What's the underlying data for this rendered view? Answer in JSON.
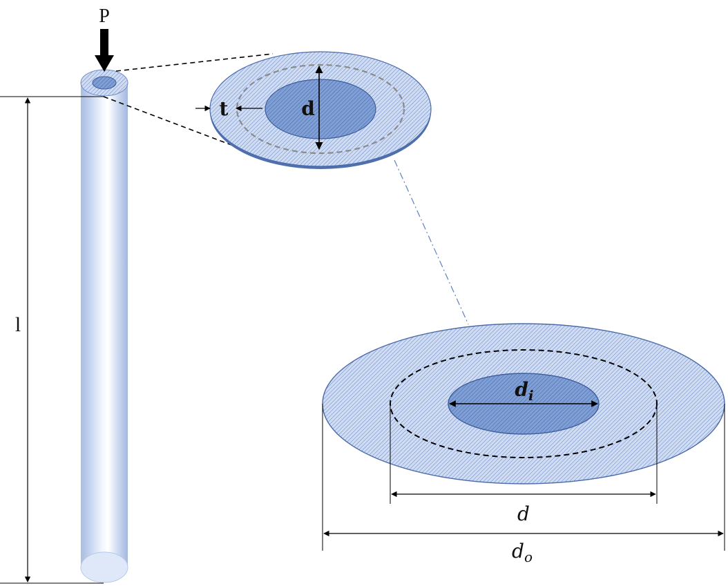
{
  "labels": {
    "load": "P",
    "length": "l",
    "thickness": "t",
    "diameter_top": "d",
    "inner_diameter_base": "d",
    "inner_diameter_sub": "i",
    "mean_diameter": "d",
    "outer_diameter_base": "d",
    "outer_diameter_sub": "o"
  },
  "colors": {
    "tube_edge": "#a9bde0",
    "tube_body": "#d9e4f6",
    "tube_highlight": "#ffffff",
    "ring_fill": "#cfdcf3",
    "ring_hatch": "#4a6fb6",
    "inner_fill": "#7f9fd6",
    "outline": "#3d5d9c",
    "dim_line": "#000000",
    "leader_dashdot": "#5e7fc1"
  }
}
